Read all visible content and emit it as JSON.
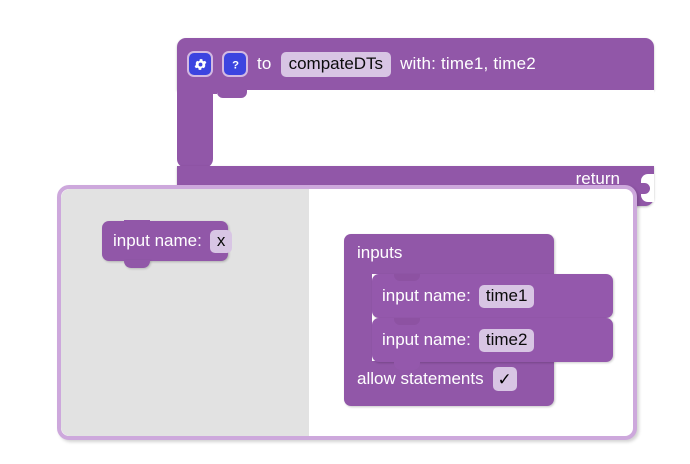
{
  "editor": {
    "name": "blockly-workspace",
    "background": "#ffffff",
    "block_color": "#9157A8",
    "field_color": "#D8C5E4",
    "bubble_border_color": "#CDA8DC",
    "flyout_color": "#E2E2E2",
    "icon_bg_color": "#3C44E0"
  },
  "definition_block": {
    "gear_icon": "gear-icon",
    "help_icon": "question-mark-icon",
    "to_label": "to",
    "procedure_name": "compateDTs",
    "with_label": "with: time1, time2",
    "return_label": "return"
  },
  "mutator": {
    "flyout": {
      "blocks": [
        {
          "label": "input name:",
          "value": "x"
        }
      ]
    },
    "container": {
      "title": "inputs",
      "inputs": [
        {
          "label": "input name:",
          "value": "time1"
        },
        {
          "label": "input name:",
          "value": "time2"
        }
      ],
      "allow_statements_label": "allow statements",
      "allow_statements_checked": true,
      "checkmark": "✓"
    }
  }
}
